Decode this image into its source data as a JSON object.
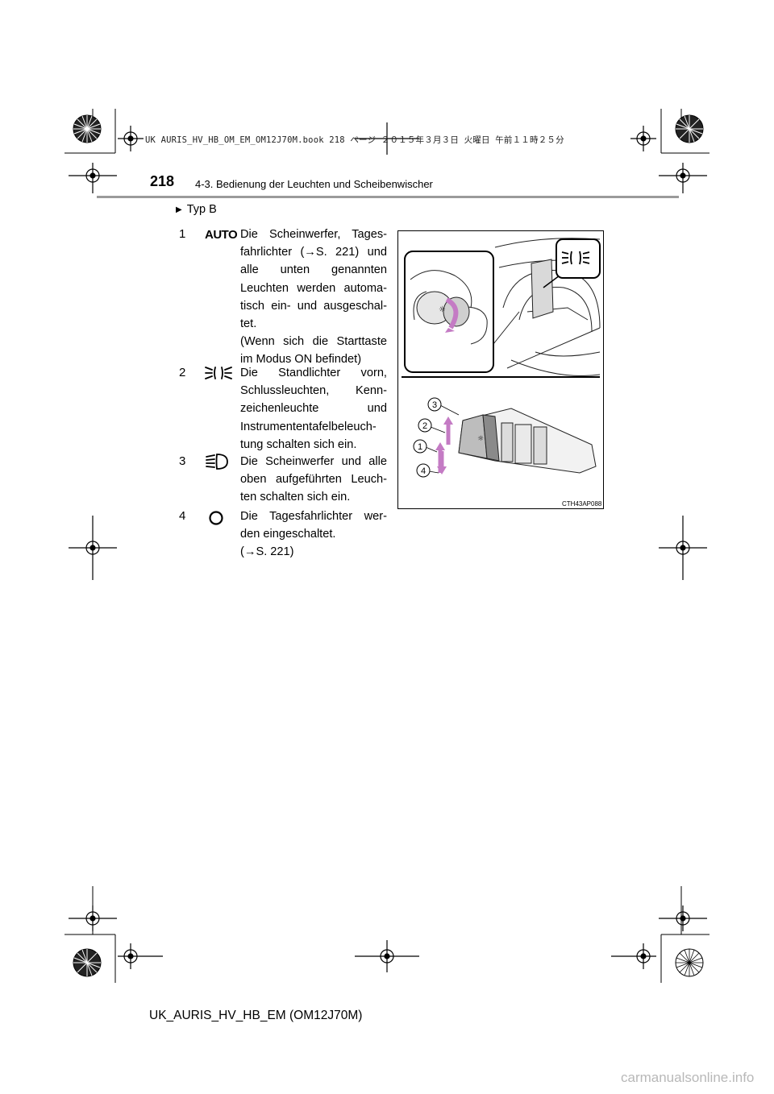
{
  "print_info": "UK AURIS_HV_HB_OM_EM_OM12J70M.book  218 ページ  ２０１５年３月３日  火曜日  午前１１時２５分",
  "header": {
    "page_number": "218",
    "section_title": "4-3. Bedienung der Leuchten und Scheibenwischer"
  },
  "type_label": "Typ B",
  "items": [
    {
      "number": "1",
      "icon": "auto-text-icon",
      "icon_text": "AUTO",
      "lines": [
        "Die Scheinwerfer, Tages-",
        "fahrlichter (→S. 221) und",
        "alle unten genannten",
        "Leuchten werden automa-",
        "tisch ein- und ausgeschal-",
        "tet.",
        "(Wenn sich die Starttaste",
        "im Modus ON befindet)"
      ]
    },
    {
      "number": "2",
      "icon": "side-lights-icon",
      "lines": [
        "Die Standlichter vorn,",
        "Schlussleuchten, Kenn-",
        "zeichenleuchte und",
        "Instrumententafelbeleuch-",
        "tung schalten sich ein."
      ]
    },
    {
      "number": "3",
      "icon": "headlight-icon",
      "lines": [
        "Die Scheinwerfer und alle",
        "oben aufgeführten Leuch-",
        "ten schalten sich ein."
      ]
    },
    {
      "number": "4",
      "icon": "off-circle-icon",
      "lines": [
        "Die Tagesfahrlichter wer-",
        "den eingeschaltet.",
        "(→S. 221)"
      ]
    }
  ],
  "figure": {
    "callouts": [
      "1",
      "2",
      "3",
      "4"
    ],
    "caption": "CTH43AP088"
  },
  "footer": {
    "code": "UK_AURIS_HV_HB_EM (OM12J70M)"
  },
  "watermark": "carmanualsonline.info"
}
